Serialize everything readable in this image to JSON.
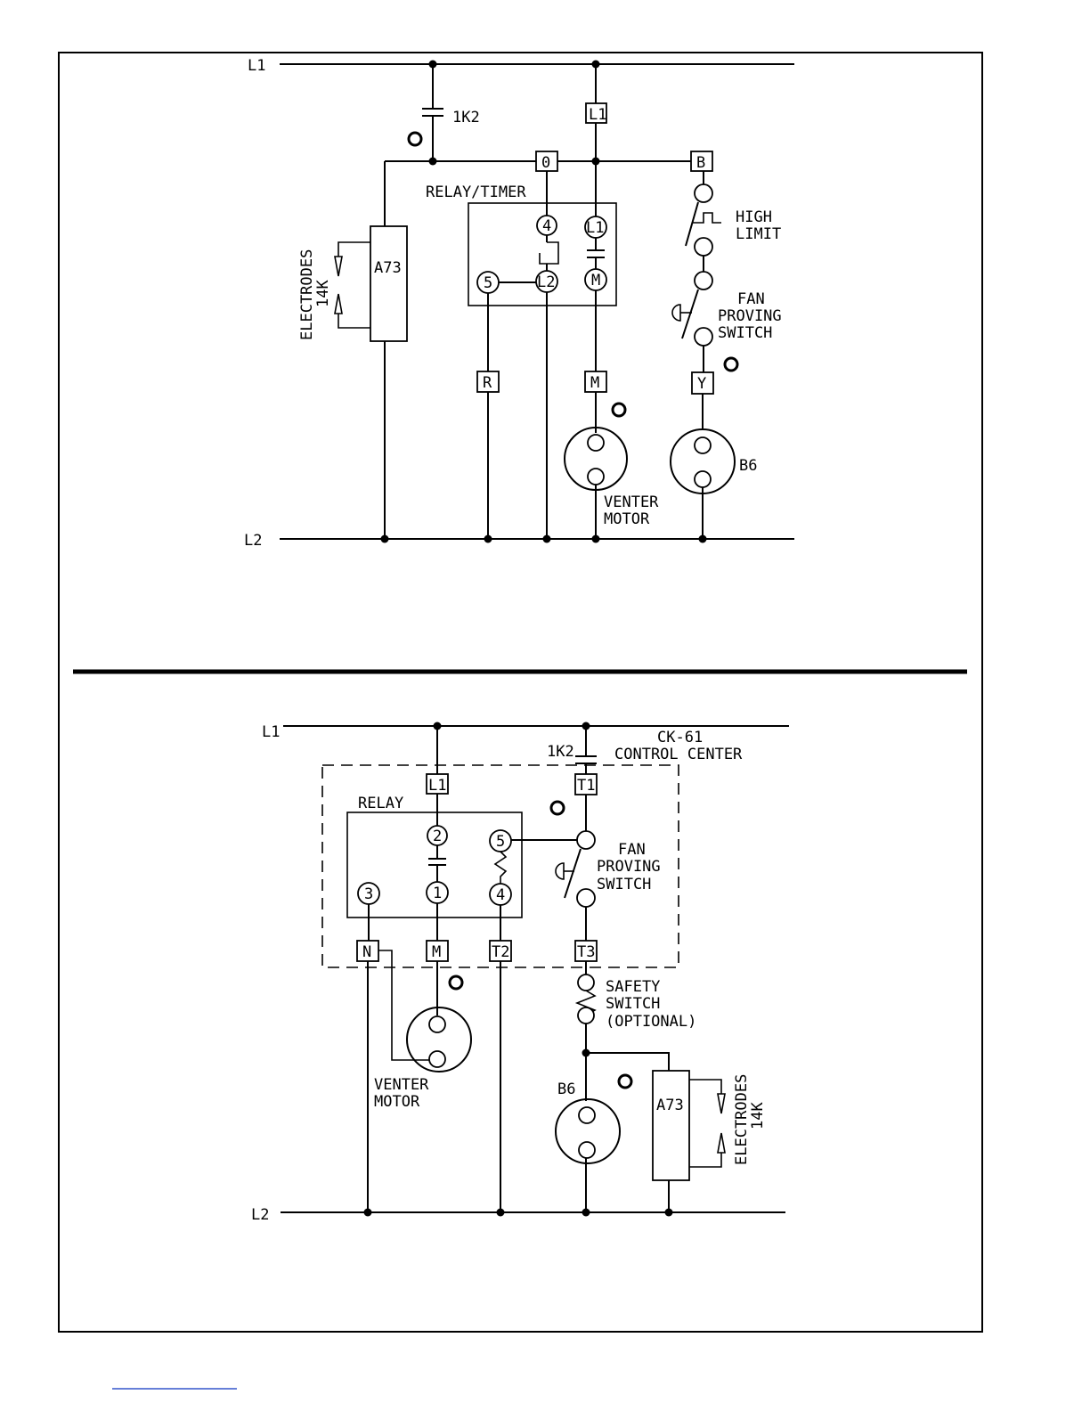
{
  "colors": {
    "ink": "#000000",
    "paper": "#ffffff",
    "footer_link": "#3355cc"
  },
  "top": {
    "l1": "L1",
    "l2": "L2",
    "contact_1k2": "1K2",
    "terminal_0": "0",
    "terminal_l1": "L1",
    "terminal_b": "B",
    "relay_timer_title": "RELAY/TIMER",
    "pin_4": "4",
    "pin_l1": "L1",
    "pin_5": "5",
    "pin_l2": "L2",
    "pin_m": "M",
    "module": "A73",
    "electrodes_line1": "ELECTRODES",
    "electrodes_line2": "14K",
    "high_limit_line1": "HIGH",
    "high_limit_line2": "LIMIT",
    "fan_proving_line1": "FAN",
    "fan_proving_line2": "PROVING",
    "fan_proving_line3": "SWITCH",
    "terminal_r": "R",
    "terminal_m": "M",
    "terminal_y": "Y",
    "b6": "B6",
    "venter_line1": "VENTER",
    "venter_line2": "MOTOR"
  },
  "bottom": {
    "l1": "L1",
    "l2": "L2",
    "contact_1k2": "1K2",
    "control_center_line1": "CK-61",
    "control_center_line2": "CONTROL CENTER",
    "terminal_l1": "L1",
    "terminal_t1": "T1",
    "relay_title": "RELAY",
    "pin_2": "2",
    "pin_5": "5",
    "pin_3": "3",
    "pin_1": "1",
    "pin_4": "4",
    "fan_proving_line1": "FAN",
    "fan_proving_line2": "PROVING",
    "fan_proving_line3": "SWITCH",
    "terminal_n": "N",
    "terminal_m": "M",
    "terminal_t2": "T2",
    "terminal_t3": "T3",
    "safety_line1": "SAFETY",
    "safety_line2": "SWITCH",
    "safety_line3": "(OPTIONAL)",
    "venter_line1": "VENTER",
    "venter_line2": "MOTOR",
    "b6": "B6",
    "module": "A73",
    "electrodes_line1": "ELECTRODES",
    "electrodes_line2": "14K"
  }
}
